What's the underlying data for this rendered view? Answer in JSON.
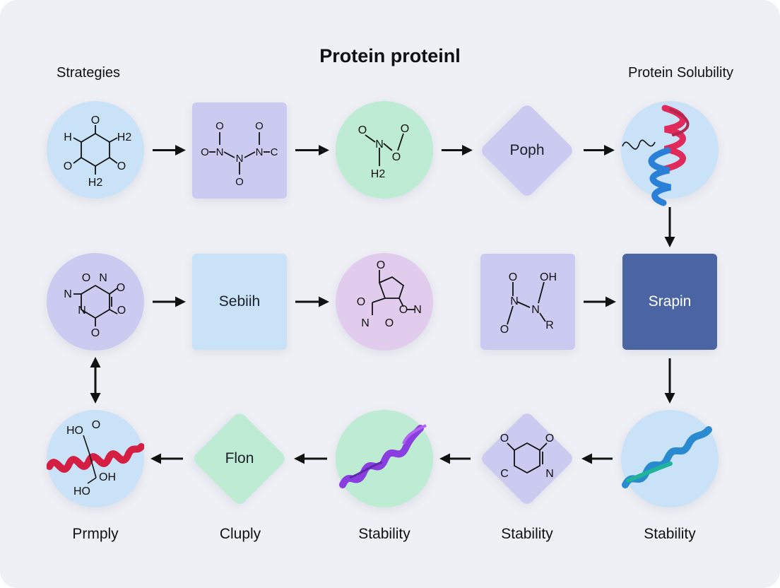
{
  "title": "Protein proteinl",
  "corner_labels": {
    "left": "Strategies",
    "right": "Protein Solubility"
  },
  "colors": {
    "background": "#eff0f5",
    "blue": "#c9e2f7",
    "purple": "#cbcaf1",
    "green": "#bdebd3",
    "lilac": "#e2ccee",
    "dark_blue": "#4a64a4",
    "arrow": "#111111"
  },
  "nodes": [
    {
      "id": "r1c1",
      "shape": "circle",
      "color": "blue",
      "icon": "molecule-icon"
    },
    {
      "id": "r1c2",
      "shape": "square",
      "color": "purple",
      "icon": "molecule-icon"
    },
    {
      "id": "r1c3",
      "shape": "circle",
      "color": "green",
      "icon": "molecule-icon"
    },
    {
      "id": "r1c4",
      "shape": "diamond",
      "color": "purple",
      "label": "Poph"
    },
    {
      "id": "r1c5",
      "shape": "circle",
      "color": "blue",
      "icon": "protein-helix-icon"
    },
    {
      "id": "r2c1",
      "shape": "circle",
      "color": "purple",
      "icon": "molecule-icon"
    },
    {
      "id": "r2c2",
      "shape": "square",
      "color": "blue",
      "label": "Sebiih"
    },
    {
      "id": "r2c3",
      "shape": "circle",
      "color": "lilac",
      "icon": "molecule-icon"
    },
    {
      "id": "r2c4",
      "shape": "square",
      "color": "purple",
      "icon": "molecule-icon"
    },
    {
      "id": "r2c5",
      "shape": "square",
      "color": "dark_blue",
      "label": "Srapin"
    },
    {
      "id": "r3c1",
      "shape": "circle",
      "color": "blue",
      "icon": "protein-helix-icon",
      "caption": "Prmply"
    },
    {
      "id": "r3c2",
      "shape": "diamond",
      "color": "green",
      "label": "Flon",
      "caption": "Cluply"
    },
    {
      "id": "r3c3",
      "shape": "circle",
      "color": "green",
      "icon": "protein-helix-icon",
      "caption": "Stability"
    },
    {
      "id": "r3c4",
      "shape": "diamond",
      "color": "purple",
      "icon": "molecule-icon",
      "caption": "Stability"
    },
    {
      "id": "r3c5",
      "shape": "circle",
      "color": "blue",
      "icon": "protein-helix-icon",
      "caption": "Stability"
    }
  ],
  "molecule_text": {
    "r1c1": [
      "O",
      "H",
      "H2",
      "O",
      "O",
      "H2"
    ],
    "r1c2": [
      "O",
      "O",
      "O",
      "N",
      "N",
      "N",
      "C",
      "O"
    ],
    "r1c3": [
      "O",
      "O",
      "N",
      "O",
      "H2"
    ],
    "r2c1": [
      "O",
      "N",
      "N",
      "O",
      "N",
      "O",
      "O"
    ],
    "r2c3": [
      "O",
      "O",
      "O",
      "N",
      "N",
      "O"
    ],
    "r2c4": [
      "O",
      "OH",
      "N",
      "N",
      "O",
      "R"
    ],
    "r3c1": [
      "HO",
      "O",
      "OH",
      "HO"
    ],
    "r3c4": [
      "O",
      "O",
      "C",
      "N"
    ]
  },
  "connections": [
    {
      "from": "r1c1",
      "to": "r1c2"
    },
    {
      "from": "r1c2",
      "to": "r1c3"
    },
    {
      "from": "r1c3",
      "to": "r1c4"
    },
    {
      "from": "r1c4",
      "to": "r1c5"
    },
    {
      "from": "r1c5",
      "to": "r2c5"
    },
    {
      "from": "r2c1",
      "to": "r2c2"
    },
    {
      "from": "r2c2",
      "to": "r2c3"
    },
    {
      "from": "r2c4",
      "to": "r2c5"
    },
    {
      "from": "r2c5",
      "to": "r3c5"
    },
    {
      "from": "r3c5",
      "to": "r3c4"
    },
    {
      "from": "r3c4",
      "to": "r3c3"
    },
    {
      "from": "r3c3",
      "to": "r3c2"
    },
    {
      "from": "r3c2",
      "to": "r3c1"
    },
    {
      "from": "r2c1",
      "to": "r3c1",
      "bidirectional": true
    }
  ]
}
